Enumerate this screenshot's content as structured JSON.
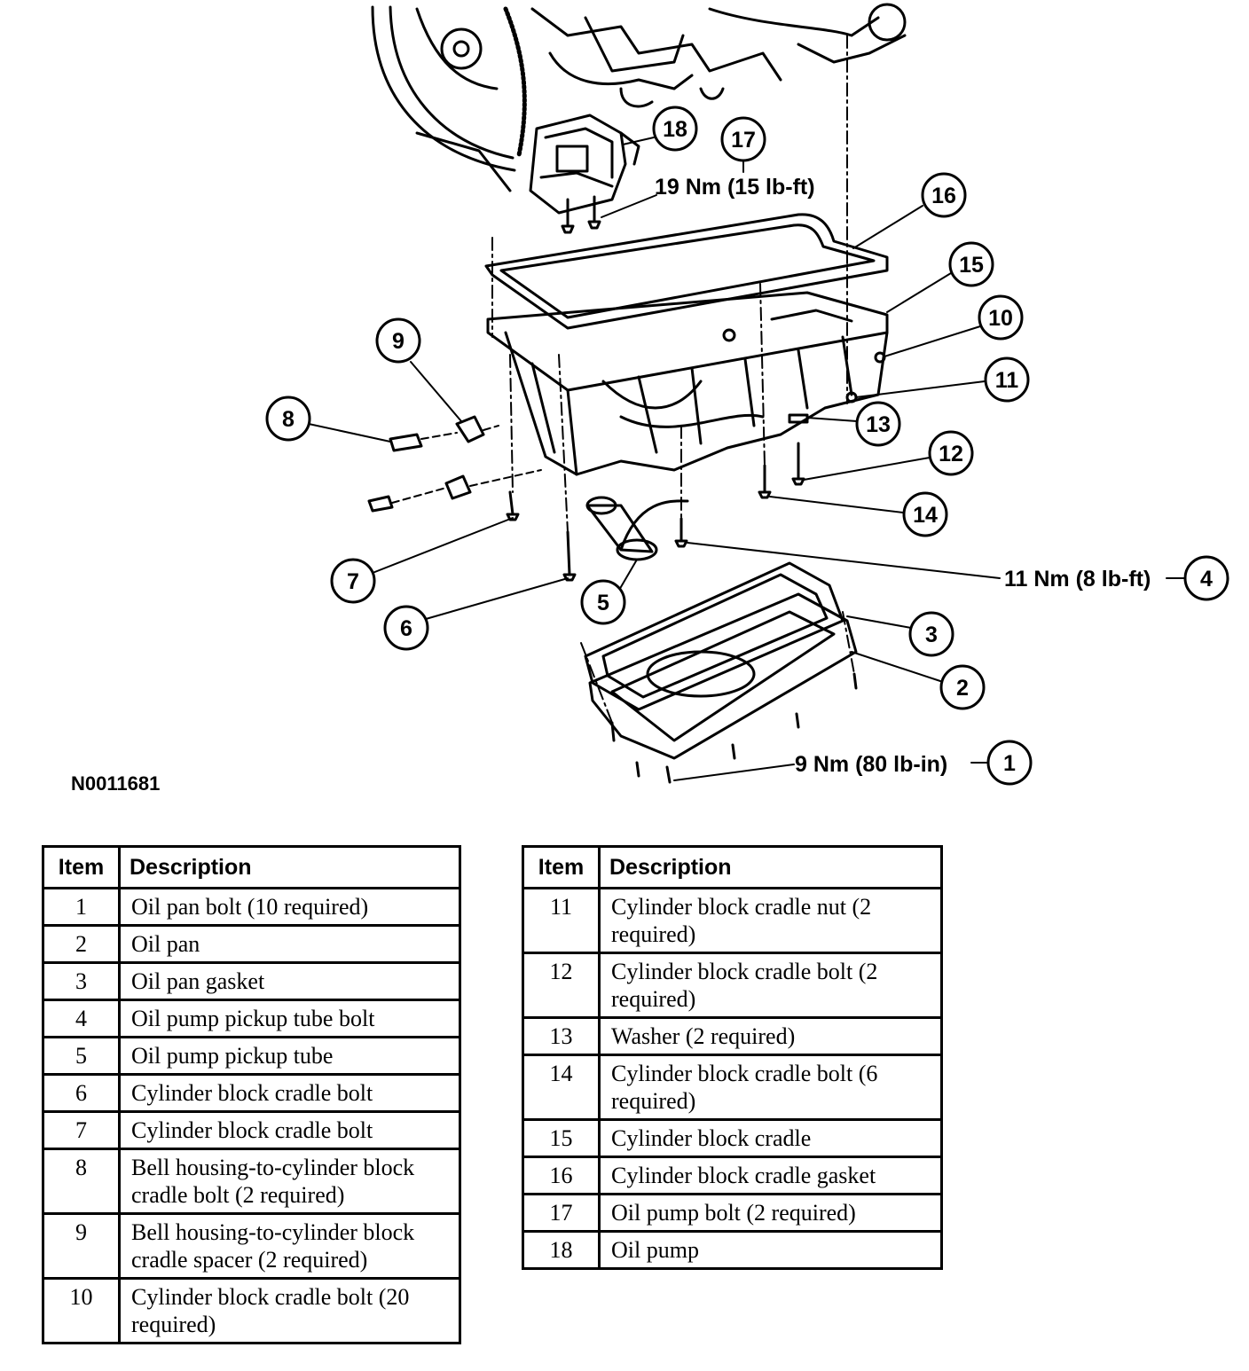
{
  "figure": {
    "id": "N0011681",
    "callouts": [
      "1",
      "2",
      "3",
      "4",
      "5",
      "6",
      "7",
      "8",
      "9",
      "10",
      "11",
      "12",
      "13",
      "14",
      "15",
      "16",
      "17",
      "18"
    ],
    "torque_specs": {
      "oil_pump_bolt": "19 Nm (15 lb-ft)",
      "pickup_tube_bolt": "11 Nm (8 lb-ft)",
      "oil_pan_bolt": "9 Nm (80 lb-in)"
    }
  },
  "legend": {
    "headers": {
      "item": "Item",
      "description": "Description"
    },
    "left": [
      {
        "item": "1",
        "description": "Oil pan bolt (10 required)"
      },
      {
        "item": "2",
        "description": "Oil pan"
      },
      {
        "item": "3",
        "description": "Oil pan gasket"
      },
      {
        "item": "4",
        "description": "Oil pump pickup tube bolt"
      },
      {
        "item": "5",
        "description": "Oil pump pickup tube"
      },
      {
        "item": "6",
        "description": "Cylinder block cradle bolt"
      },
      {
        "item": "7",
        "description": "Cylinder block cradle bolt"
      },
      {
        "item": "8",
        "description": "Bell housing-to-cylinder block cradle bolt (2 required)"
      },
      {
        "item": "9",
        "description": "Bell housing-to-cylinder block cradle spacer (2 required)"
      },
      {
        "item": "10",
        "description": "Cylinder block cradle bolt (20 required)"
      }
    ],
    "right": [
      {
        "item": "11",
        "description": "Cylinder block cradle nut (2 required)"
      },
      {
        "item": "12",
        "description": "Cylinder block cradle bolt (2 required)"
      },
      {
        "item": "13",
        "description": "Washer (2 required)"
      },
      {
        "item": "14",
        "description": "Cylinder block cradle bolt (6 required)"
      },
      {
        "item": "15",
        "description": "Cylinder block cradle"
      },
      {
        "item": "16",
        "description": "Cylinder block cradle gasket"
      },
      {
        "item": "17",
        "description": "Oil pump bolt (2 required)"
      },
      {
        "item": "18",
        "description": "Oil pump"
      }
    ]
  }
}
